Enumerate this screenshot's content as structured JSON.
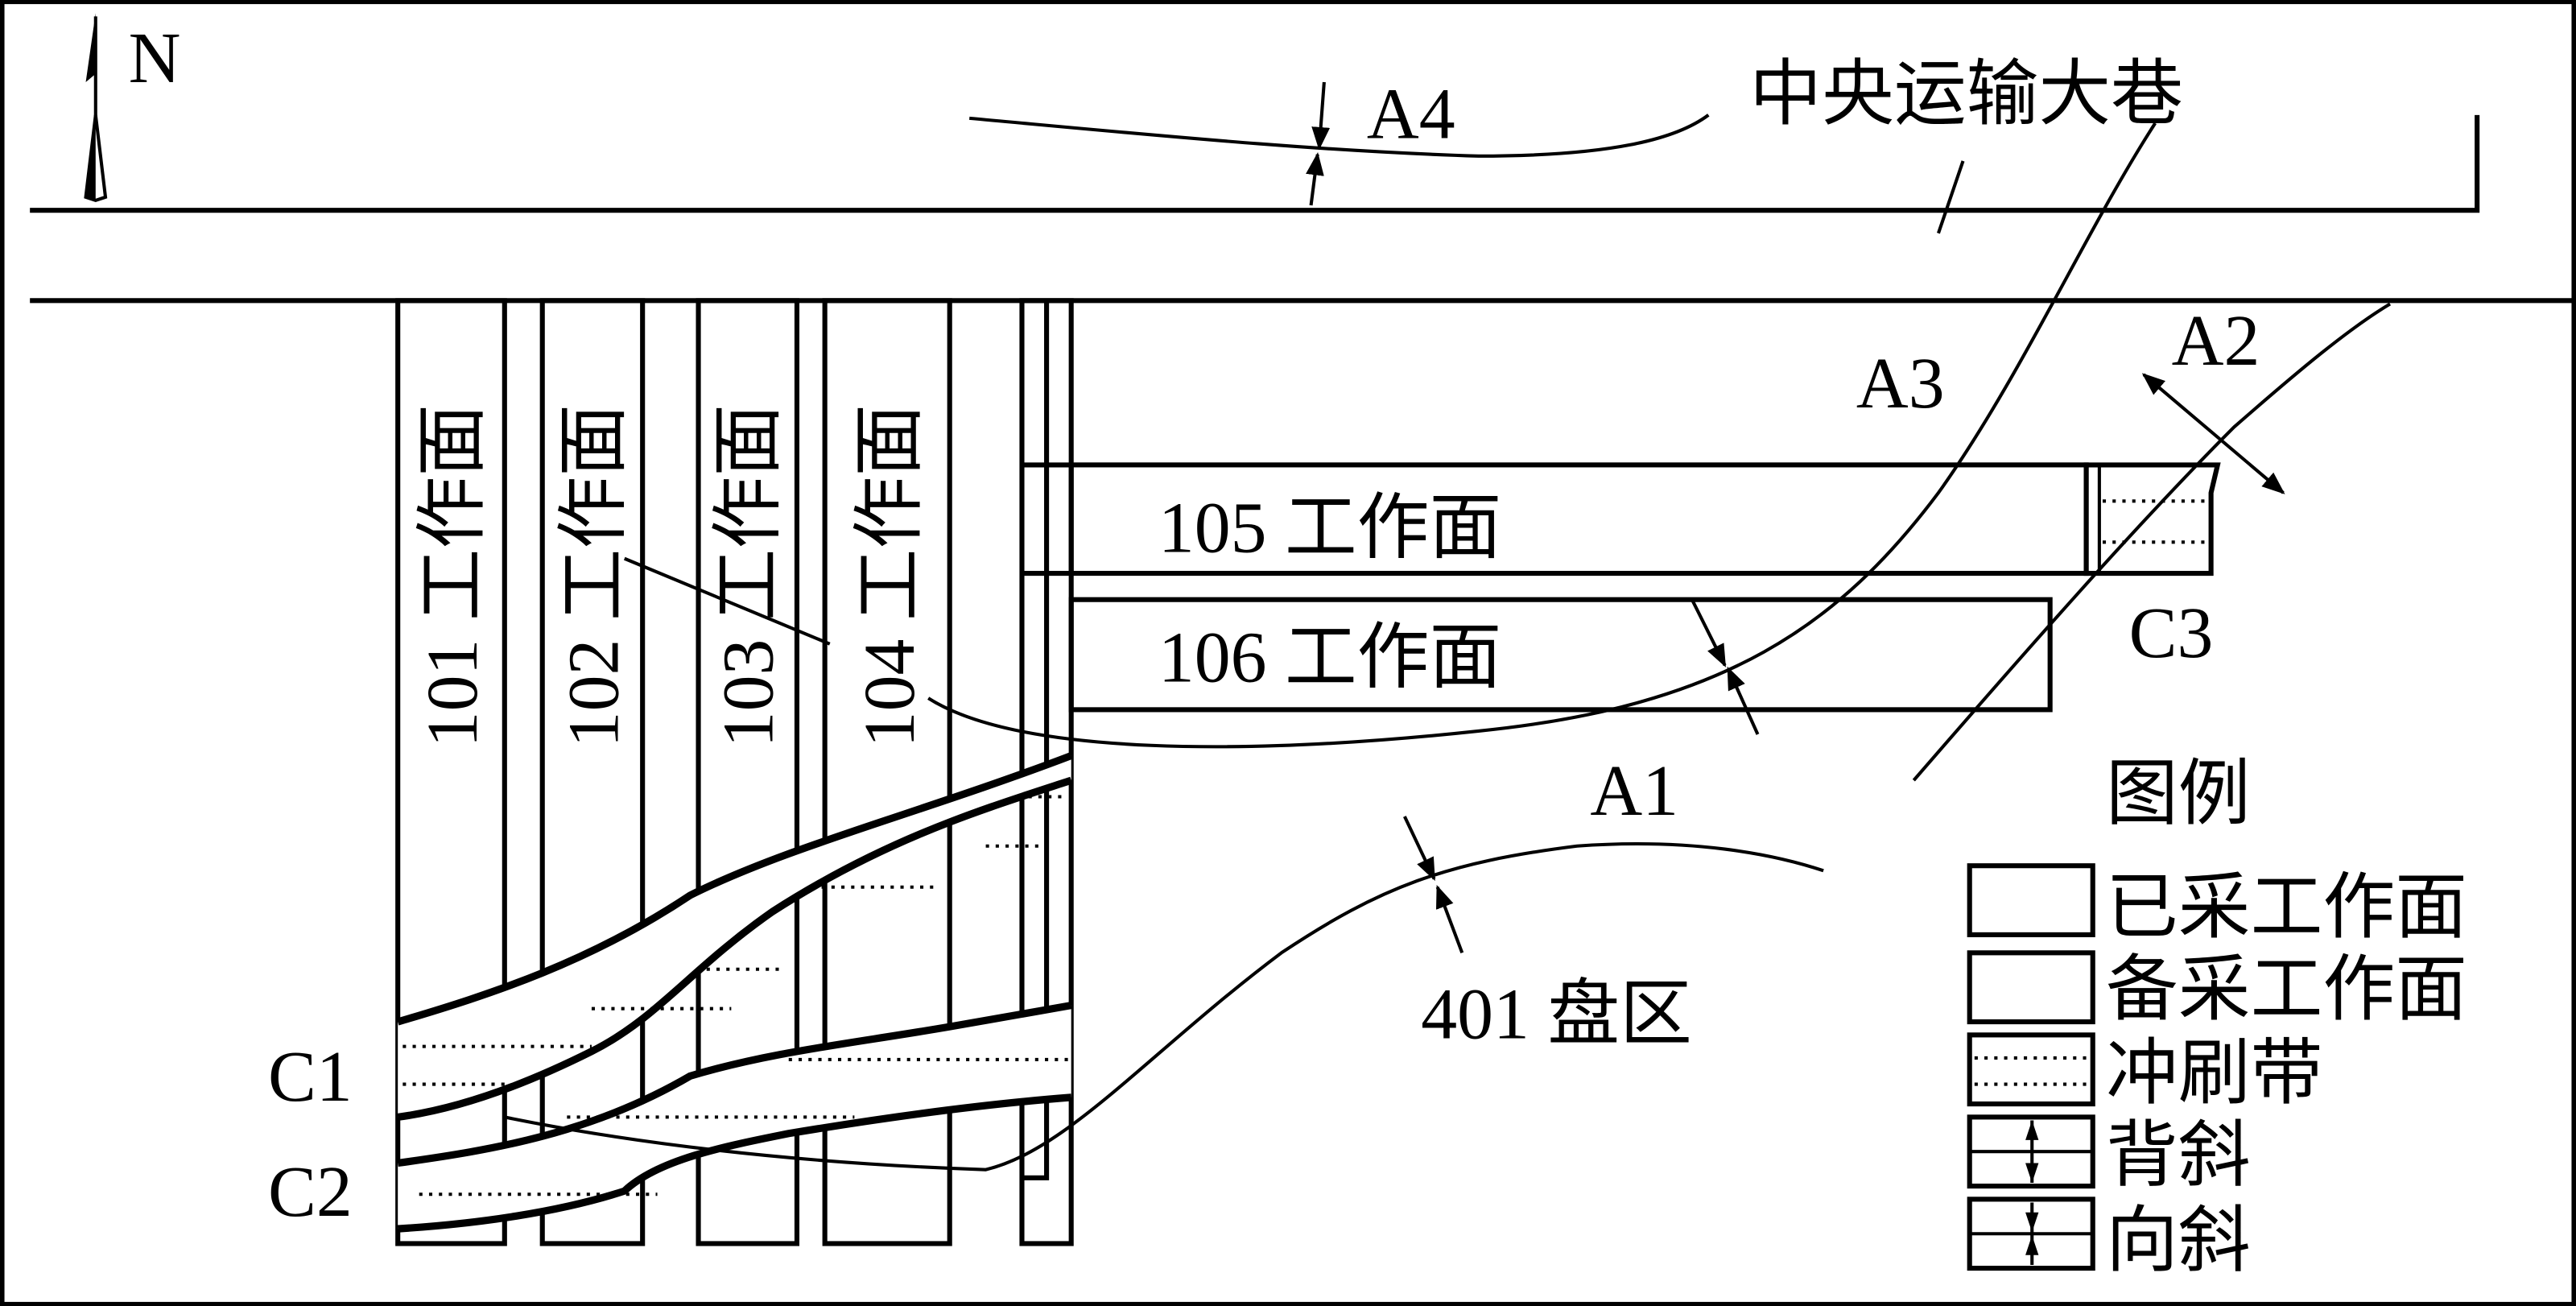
{
  "colors": {
    "mined": "#b3b3b3",
    "line": "#000000",
    "background": "#ffffff"
  },
  "north_label": "N",
  "roadway_label": "中央运输大巷",
  "faces": {
    "f101": "101 工作面",
    "f102": "102 工作面",
    "f103": "103 工作面",
    "f104": "104 工作面",
    "f105": "105 工作面",
    "f106": "106 工作面"
  },
  "axes": {
    "a1": "A1",
    "a2": "A2",
    "a3": "A3",
    "a4": "A4"
  },
  "washouts": {
    "c1": "C1",
    "c2": "C2",
    "c3": "C3"
  },
  "panel_label": "401 盘区",
  "legend": {
    "title": "图例",
    "items": [
      {
        "label": "已采工作面",
        "symbol": "mined-face"
      },
      {
        "label": "备采工作面",
        "symbol": "planned-face"
      },
      {
        "label": "冲刷带",
        "symbol": "washout-zone"
      },
      {
        "label": "背斜",
        "symbol": "anticline"
      },
      {
        "label": "向斜",
        "symbol": "syncline"
      }
    ]
  }
}
